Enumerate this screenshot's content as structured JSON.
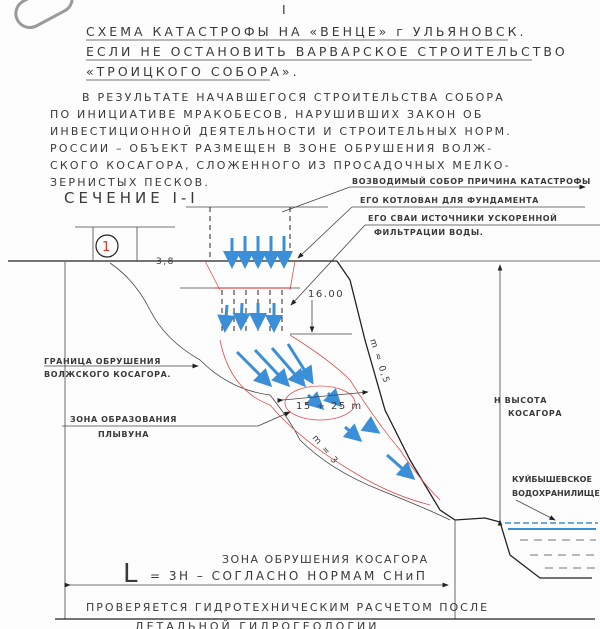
{
  "section_number": "I",
  "title": [
    "СХЕМА КАТАСТРОФЫ НА «ВЕНЦЕ» г УЛЬЯНОВСК.",
    "ЕСЛИ НЕ ОСТАНОВИТЬ ВАРВАРСКОЕ СТРОИТЕЛЬСТВО",
    "«ТРОИЦКОГО СОБОРА»."
  ],
  "paragraph": [
    "В РЕЗУЛЬТАТЕ НАЧАВШЕГОСЯ СТРОИТЕЛЬСТВА СОБОРА",
    "ПО ИНИЦИАТИВЕ МРАКОБЕСОВ, НАРУШИВШИХ ЗАКОН ОБ",
    "ИНВЕСТИЦИОННОЙ ДЕЯТЕЛЬНОСТИ И СТРОИТЕЛЬНЫХ НОРМ.",
    "РОССИИ – ОБЪЕКТ РАЗМЕЩЕН В ЗОНЕ ОБРУШЕНИЯ ВОЛЖ-",
    "СКОГО КОСАГОРА, СЛОЖЕННОГО ИЗ ПРОСАДОЧНЫХ МЕЛКО-",
    "ЗЕРНИСТЫХ ПЕСКОВ."
  ],
  "section_label": "СЕЧЕНИЕ I-I",
  "callouts": {
    "cathedral": "ВОЗВОДИМЫЙ СОБОР ПРИЧИНА КАТАСТРОФЫ",
    "pit": "ЕГО КОТЛОВАН ДЛЯ ФУНДАМЕНТА",
    "piles_1": "ЕГО СВАИ ИСТОЧНИКИ УСКОРЕННОЙ",
    "piles_2": "ФИЛЬТРАЦИИ ВОДЫ."
  },
  "marker": "1",
  "dims": {
    "depth_pit": "3,8",
    "depth_piles": "16.00",
    "slope_steep": "m ≈ 0,5",
    "zone_width": "15 ÷ 25 m",
    "slope_gentle": "m = 3"
  },
  "labels": {
    "collapse_boundary_1": "ГРАНИЦА ОБРУШЕНИЯ",
    "collapse_boundary_2": "ВОЛЖСКОГО КОСАГОРА.",
    "quicksand_1": "ЗОНА ОБРАЗОВАНИЯ",
    "quicksand_2": "ПЛЫВУНА",
    "height_1": "H ВЫСОТА",
    "height_2": "КОСАГОРА",
    "reservoir_1": "КУЙБЫШЕВСКОЕ",
    "reservoir_2": "ВОДОХРАНИЛИЩЕ",
    "zone_title": "ЗОНА ОБРУШЕНИЯ КОСАГОРА",
    "L_symbol": "L",
    "formula": "= 3H – СОГЛАСНО НОРМАМ СНиП",
    "check_1": "ПРОВЕРЯЕТСЯ ГИДРОТЕХНИЧЕСКИМ РАСЧЕТОМ ПОСЛЕ",
    "check_2": "ДЕТАЛЬНОЙ ГИДРОГЕОЛОГИИ"
  },
  "colors": {
    "water_arrows": "#3a8fd8",
    "zone_outline": "#e05050",
    "ink": "#222222"
  }
}
